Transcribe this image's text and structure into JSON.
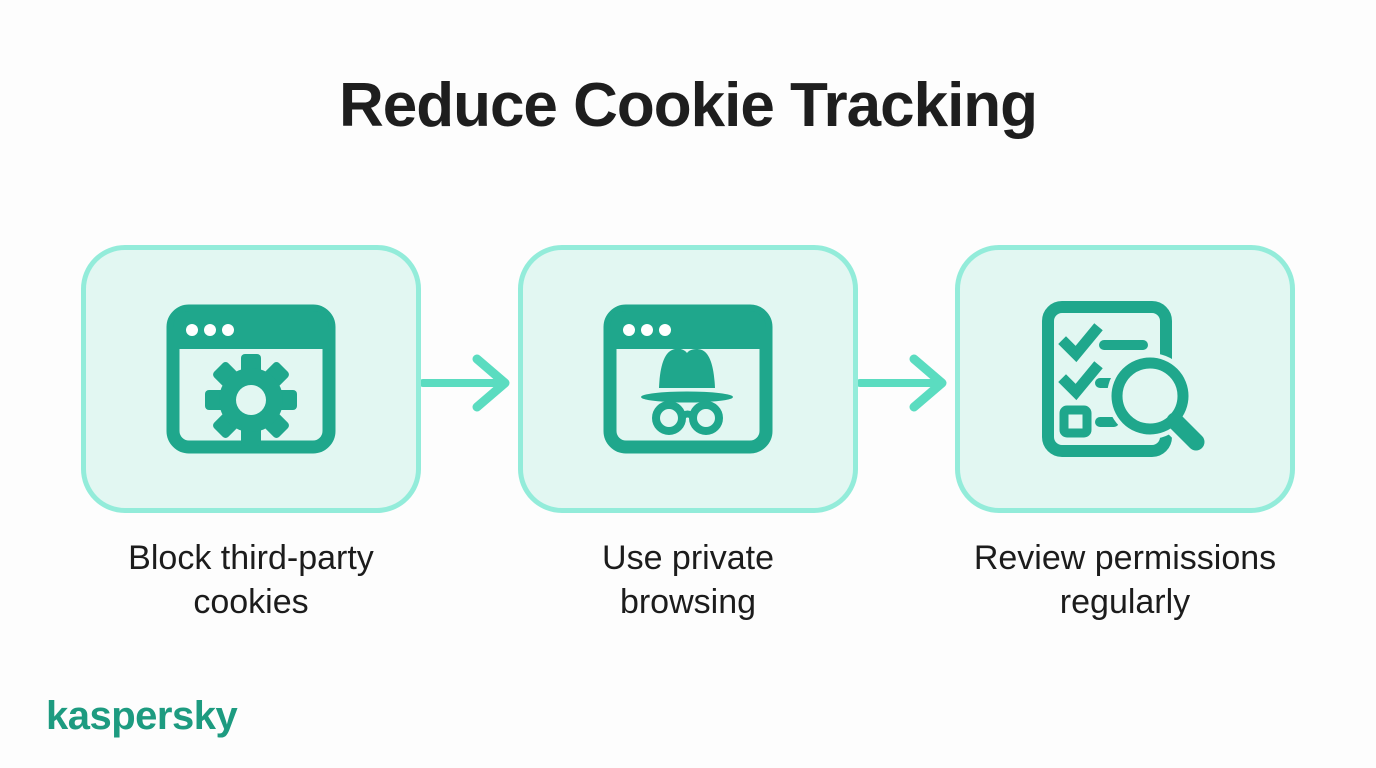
{
  "title": "Reduce Cookie Tracking",
  "steps": [
    {
      "label": "Block third-party cookies",
      "lines": [
        "Block third-party",
        "cookies"
      ],
      "icon": "browser-settings-icon"
    },
    {
      "label": "Use private browsing",
      "lines": [
        "Use private",
        "browsing"
      ],
      "icon": "incognito-browser-icon"
    },
    {
      "label": "Review permissions regularly",
      "lines": [
        "Review permissions",
        "regularly"
      ],
      "icon": "checklist-magnifier-icon"
    }
  ],
  "arrows": {
    "count": 2,
    "direction": "right"
  },
  "logo": {
    "text": "kaspersky",
    "color": "#1d9b80"
  },
  "colors": {
    "background": "#fdfdfd",
    "title_text": "#1e1e1e",
    "label_text": "#1c1c1c",
    "card_background": "#e2f7f2",
    "card_border": "#93ecda",
    "icon_teal": "#1fa78c",
    "arrow": "#5bdcc0",
    "window_dots": "#ffffff"
  }
}
